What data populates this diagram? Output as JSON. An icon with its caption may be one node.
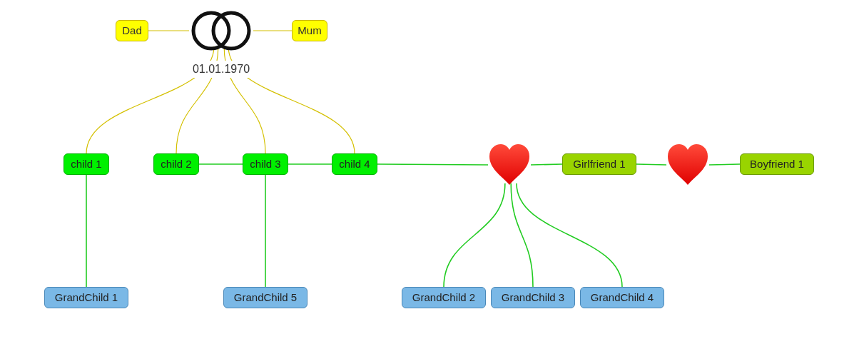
{
  "diagram": {
    "nodes": [
      {
        "text": [
          "Dad"
        ]
      },
      {
        "text": [],
        "shape": "rings",
        "beside": [
          "01.01.1970"
        ]
      },
      {
        "text": [
          "Mum"
        ]
      },
      {
        "text": [
          "child 1"
        ]
      },
      {
        "text": [
          "child 2"
        ]
      },
      {
        "text": [
          "child 3"
        ]
      },
      {
        "text": [
          "child 4"
        ]
      },
      {
        "text": [],
        "shape": "heart"
      },
      {
        "text": [
          "Girlfriend 1"
        ]
      },
      {
        "text": [],
        "shape": "heart"
      },
      {
        "text": [
          "Boyfriend 1"
        ]
      },
      {
        "text": [
          "GrandChild 1"
        ]
      },
      {
        "text": [
          "GrandChild 5"
        ]
      },
      {
        "text": [
          "GrandChild 2"
        ]
      },
      {
        "text": [
          "GrandChild 3"
        ]
      },
      {
        "text": [
          "GrandChild 4"
        ]
      }
    ],
    "edges": [
      {
        "from": 0,
        "to": 1,
        "arrow": "none",
        "color": "#d4c000"
      },
      {
        "from": 1,
        "to": 2,
        "arrow": "none",
        "color": "#d4c000"
      },
      {
        "from": 1,
        "to": 3,
        "arrow": "none",
        "color": "#d4c000"
      },
      {
        "from": 1,
        "to": 4,
        "arrow": "none",
        "color": "#d4c000"
      },
      {
        "from": 1,
        "to": 5,
        "arrow": "none",
        "color": "#d4c000"
      },
      {
        "from": 1,
        "to": 6,
        "arrow": "none",
        "color": "#d4c000"
      },
      {
        "from": 4,
        "to": 5,
        "arrow": "none"
      },
      {
        "from": 5,
        "to": 6,
        "arrow": "none"
      },
      {
        "from": 6,
        "to": 7,
        "arrow": "none"
      },
      {
        "from": 7,
        "to": 8,
        "arrow": "none"
      },
      {
        "from": 8,
        "to": 9,
        "arrow": "none"
      },
      {
        "from": 9,
        "to": 10,
        "arrow": "none"
      },
      {
        "from": 3,
        "to": 11,
        "arrow": "none"
      },
      {
        "from": 5,
        "to": 12,
        "arrow": "none"
      },
      {
        "from": 7,
        "to": 13,
        "arrow": "none"
      },
      {
        "from": 7,
        "to": 14,
        "arrow": "none"
      },
      {
        "from": 7,
        "to": 15,
        "arrow": "none"
      }
    ]
  }
}
